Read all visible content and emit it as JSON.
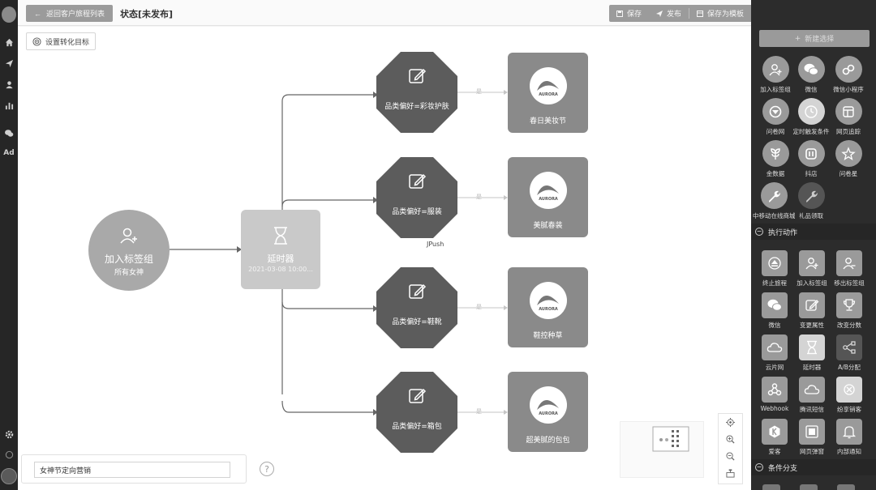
{
  "topbar": {
    "back_label": "返回客户旅程列表",
    "status_title": "状态[未发布]",
    "save_label": "保存",
    "publish_label": "发布",
    "save_template_label": "保存为模板"
  },
  "leftnav": {
    "ad_label": "Ad"
  },
  "canvas": {
    "goal_label": "设置转化目标",
    "jpush_label": "JPush",
    "yes_label": "是",
    "journey_name": "女神节定向营销"
  },
  "nodes": {
    "start": {
      "title": "加入标签组",
      "subtitle": "所有女神"
    },
    "delay": {
      "title": "延时器",
      "subtitle": "2021-03-08 10:00..."
    },
    "conditions": [
      {
        "title": "品类偏好=彩妆护肤"
      },
      {
        "title": "品类偏好=服装"
      },
      {
        "title": "品类偏好=鞋靴"
      },
      {
        "title": "品类偏好=箱包"
      }
    ],
    "actions": [
      {
        "title": "春日美妆节",
        "logo": "AURORA"
      },
      {
        "title": "美腻春装",
        "logo": "AURORA"
      },
      {
        "title": "鞋控种草",
        "logo": "AURORA"
      },
      {
        "title": "超美腻的包包",
        "logo": "AURORA"
      }
    ]
  },
  "rightpanel": {
    "new_select_label": "新建选择",
    "triggers": [
      {
        "label": "加入标签组",
        "icon": "user-plus-icon"
      },
      {
        "label": "微信",
        "icon": "wechat-icon"
      },
      {
        "label": "微信小程序",
        "icon": "mini-program-icon"
      },
      {
        "label": "问卷网",
        "icon": "survey-icon"
      },
      {
        "label": "定时触发条件",
        "icon": "clock-icon"
      },
      {
        "label": "网页追踪",
        "icon": "webpage-icon"
      },
      {
        "label": "金数据",
        "icon": "jinshuju-icon"
      },
      {
        "label": "抖店",
        "icon": "doudian-icon"
      },
      {
        "label": "问卷星",
        "icon": "star-icon"
      },
      {
        "label": "中移动在线商城",
        "icon": "wrench-icon"
      },
      {
        "label": "礼品领取",
        "icon": "wrench-icon"
      }
    ],
    "actions_section_label": "执行动作",
    "actions": [
      {
        "label": "终止旅程",
        "icon": "eject-icon"
      },
      {
        "label": "加入标签组",
        "icon": "user-plus-icon"
      },
      {
        "label": "移出标签组",
        "icon": "user-minus-icon"
      },
      {
        "label": "微信",
        "icon": "wechat-icon"
      },
      {
        "label": "变更属性",
        "icon": "edit-icon"
      },
      {
        "label": "改变分数",
        "icon": "trophy-icon"
      },
      {
        "label": "云片网",
        "icon": "cloud-icon"
      },
      {
        "label": "延时器",
        "icon": "hourglass-icon"
      },
      {
        "label": "A/B分配",
        "icon": "ab-split-icon"
      },
      {
        "label": "Webhook",
        "icon": "webhook-icon"
      },
      {
        "label": "腾讯短信",
        "icon": "tencent-cloud-icon"
      },
      {
        "label": "纷享销客",
        "icon": "fxiaoke-icon"
      },
      {
        "label": "爱客",
        "icon": "aike-icon"
      },
      {
        "label": "网页弹窗",
        "icon": "popup-icon"
      },
      {
        "label": "内部通知",
        "icon": "bell-icon"
      }
    ],
    "branch_section_label": "条件分支"
  }
}
